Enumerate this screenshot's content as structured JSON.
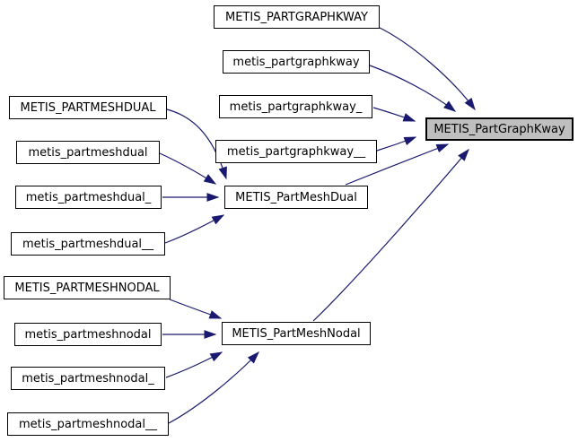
{
  "diagram": {
    "type": "call-graph",
    "highlighted_node": "METIS_PartGraphKway",
    "colors": {
      "edge": "#191970",
      "node_border": "#000000",
      "highlight_fill": "#bfbfbf",
      "node_fill": "#ffffff",
      "background": "#ffffff",
      "text": "#000000"
    },
    "nodes": [
      {
        "id": "PARTGRAPHKWAY_CAPS",
        "label": "METIS_PARTGRAPHKWAY",
        "highlighted": false
      },
      {
        "id": "partgraphkway_lower",
        "label": "metis_partgraphkway",
        "highlighted": false
      },
      {
        "id": "partgraphkway_us",
        "label": "metis_partgraphkway_",
        "highlighted": false
      },
      {
        "id": "partgraphkway_us2",
        "label": "metis_partgraphkway__",
        "highlighted": false
      },
      {
        "id": "PARTMESHDUAL_CAPS",
        "label": "METIS_PARTMESHDUAL",
        "highlighted": false
      },
      {
        "id": "partmeshdual_lower",
        "label": "metis_partmeshdual",
        "highlighted": false
      },
      {
        "id": "partmeshdual_us",
        "label": "metis_partmeshdual_",
        "highlighted": false
      },
      {
        "id": "partmeshdual_us2",
        "label": "metis_partmeshdual__",
        "highlighted": false
      },
      {
        "id": "PartMeshDual",
        "label": "METIS_PartMeshDual",
        "highlighted": false
      },
      {
        "id": "PARTMESHNODAL_CAPS",
        "label": "METIS_PARTMESHNODAL",
        "highlighted": false
      },
      {
        "id": "partmeshnodal_lower",
        "label": "metis_partmeshnodal",
        "highlighted": false
      },
      {
        "id": "partmeshnodal_us",
        "label": "metis_partmeshnodal_",
        "highlighted": false
      },
      {
        "id": "partmeshnodal_us2",
        "label": "metis_partmeshnodal__",
        "highlighted": false
      },
      {
        "id": "PartMeshNodal",
        "label": "METIS_PartMeshNodal",
        "highlighted": false
      },
      {
        "id": "PartGraphKway",
        "label": "METIS_PartGraphKway",
        "highlighted": true
      }
    ],
    "edges": [
      {
        "from": "METIS_PARTGRAPHKWAY",
        "to": "METIS_PartGraphKway"
      },
      {
        "from": "metis_partgraphkway",
        "to": "METIS_PartGraphKway"
      },
      {
        "from": "metis_partgraphkway_",
        "to": "METIS_PartGraphKway"
      },
      {
        "from": "metis_partgraphkway__",
        "to": "METIS_PartGraphKway"
      },
      {
        "from": "METIS_PartMeshDual",
        "to": "METIS_PartGraphKway"
      },
      {
        "from": "METIS_PartMeshNodal",
        "to": "METIS_PartGraphKway"
      },
      {
        "from": "METIS_PARTMESHDUAL",
        "to": "METIS_PartMeshDual"
      },
      {
        "from": "metis_partmeshdual",
        "to": "METIS_PartMeshDual"
      },
      {
        "from": "metis_partmeshdual_",
        "to": "METIS_PartMeshDual"
      },
      {
        "from": "metis_partmeshdual__",
        "to": "METIS_PartMeshDual"
      },
      {
        "from": "METIS_PARTMESHNODAL",
        "to": "METIS_PartMeshNodal"
      },
      {
        "from": "metis_partmeshnodal",
        "to": "METIS_PartMeshNodal"
      },
      {
        "from": "metis_partmeshnodal_",
        "to": "METIS_PartMeshNodal"
      },
      {
        "from": "metis_partmeshnodal__",
        "to": "METIS_PartMeshNodal"
      }
    ]
  }
}
